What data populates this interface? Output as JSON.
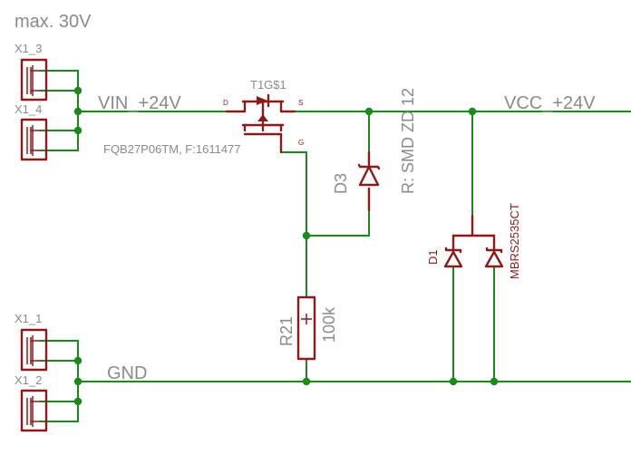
{
  "labels": {
    "max_voltage": "max. 30V",
    "conn_x1_3": "X1_3",
    "conn_x1_4": "X1_4",
    "conn_x1_1": "X1_1",
    "conn_x1_2": "X1_2",
    "net_vin": "VIN_+24V",
    "net_vcc": "VCC_+24V",
    "net_gnd": "GND",
    "mosfet_name": "T1G$1",
    "mosfet_value": "FQB27P06TM, F:1611477",
    "mosfet_pin_d": "D",
    "mosfet_pin_s": "S",
    "mosfet_pin_g": "G",
    "zener_name": "D3",
    "zener_value": "R: SMD ZD 12",
    "resistor_name": "R21",
    "resistor_value": "100k",
    "diode_name": "D1",
    "diode_value": "MBRS2535CT"
  },
  "colors": {
    "wire": "#1a8a1a",
    "part": "#8b1a1a",
    "text": "#8a8a8a"
  }
}
